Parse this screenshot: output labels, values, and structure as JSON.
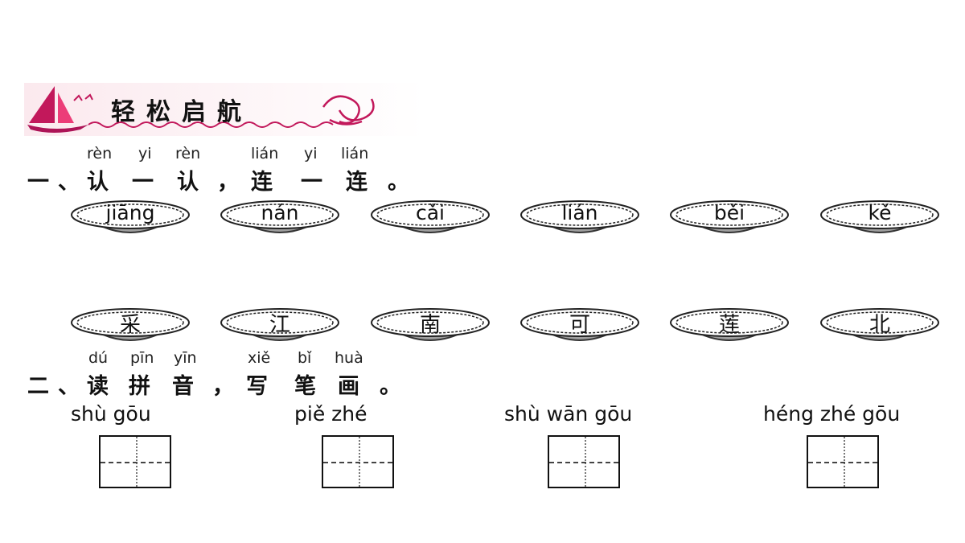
{
  "banner": {
    "title": "轻松启航"
  },
  "section1": {
    "pinyin": [
      "rèn",
      "yi",
      "rèn",
      "lián",
      "yi",
      "lián"
    ],
    "chars": [
      "一",
      "、",
      "认",
      "一",
      "认",
      "，",
      "连",
      "一",
      "连",
      "。"
    ],
    "pinyin_bowls": [
      "jiāng",
      "nán",
      "cǎi",
      "lián",
      "běi",
      "kě"
    ],
    "char_bowls": [
      "采",
      "江",
      "南",
      "可",
      "莲",
      "北"
    ]
  },
  "section2": {
    "pinyin": [
      "dú",
      "pīn",
      "yīn",
      "xiě",
      "bǐ",
      "huà"
    ],
    "chars": [
      "二",
      "、",
      "读",
      "拼",
      "音",
      "，",
      "写",
      "笔",
      "画",
      "。"
    ],
    "strokes": [
      "shù gōu",
      "piě zhé",
      "shù wān gōu",
      "héng zhé gōu"
    ]
  },
  "colors": {
    "banner_accent": "#c2185b",
    "bowl_fill": "#9e9e9e"
  }
}
